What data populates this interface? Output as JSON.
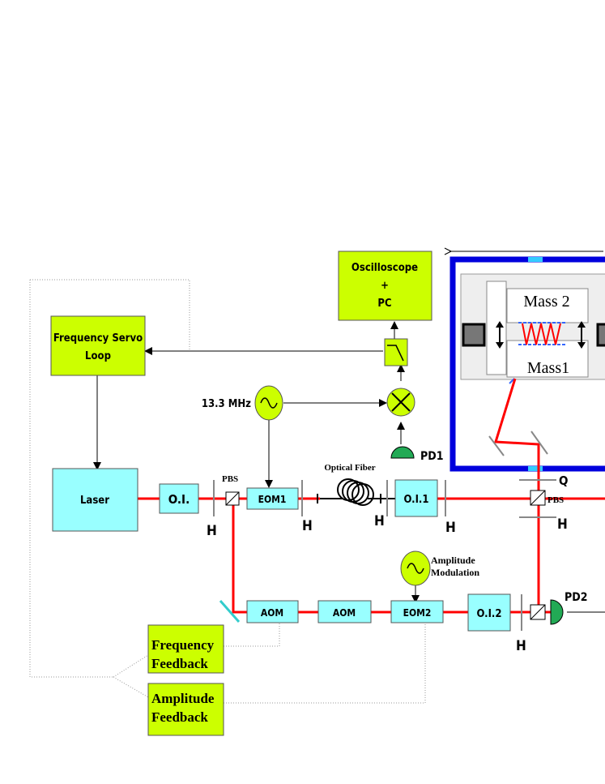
{
  "colors": {
    "beam": "#ff0000",
    "green_box": "#ccff00",
    "cyan_box": "#99ffff",
    "chamber": "#0000dd",
    "detector": "#22aa55"
  },
  "labels": {
    "oscilloscope_line1": "Oscilloscope",
    "oscilloscope_line2": "+",
    "oscilloscope_line3": "PC",
    "servo_line1": "Frequency Servo",
    "servo_line2": "Loop",
    "laser": "Laser",
    "oi": "O.I.",
    "oi1": "O.I.1",
    "oi2": "O.I.2",
    "eom1": "EOM1",
    "eom2": "EOM2",
    "aom1": "AOM",
    "aom2": "AOM",
    "freq": "13.3 MHz",
    "optical_fiber": "Optical Fiber",
    "pd1": "PD1",
    "pd2": "PD2",
    "pbs1": "PBS",
    "pbs2": "PBS",
    "q": "Q",
    "h": "H",
    "amp_mod_line1": "Amplitude",
    "amp_mod_line2": "Modulation",
    "mass2": "Mass 2",
    "mass1": "Mass1",
    "freq_fb_line1": "Frequency",
    "freq_fb_line2": "Feedback",
    "amp_fb_line1": "Amplitude",
    "amp_fb_line2": "Feedback"
  }
}
